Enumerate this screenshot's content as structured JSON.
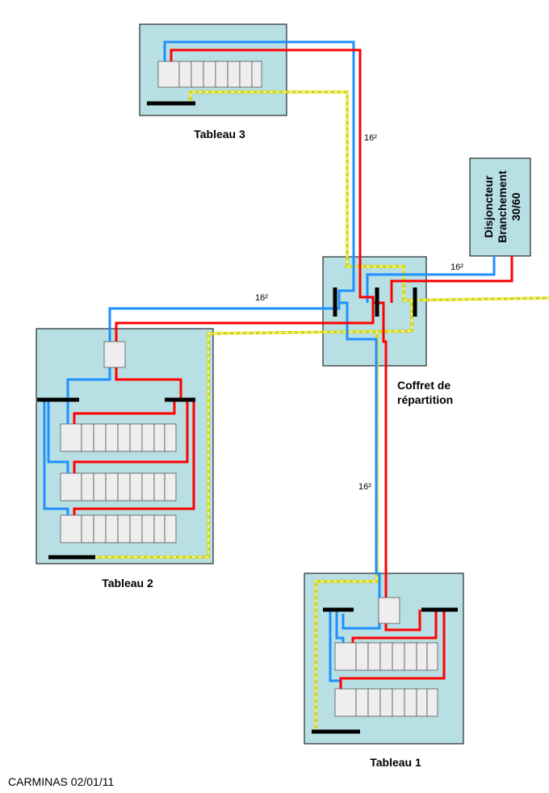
{
  "labels": {
    "tableau1": "Tableau 1",
    "tableau2": "Tableau 2",
    "tableau3": "Tableau 3",
    "coffret_line1": "Coffret de",
    "coffret_line2": "répartition",
    "disjoncteur_line1": "Disjoncteur",
    "disjoncteur_line2": "Branchement",
    "disjoncteur_line3": "30/60",
    "section_t3": "16²",
    "section_t2": "16²",
    "section_t1": "16²",
    "section_disj": "16²",
    "footer": "CARMINAS 02/01/11"
  },
  "colors": {
    "phase": "#ff0000",
    "neutral": "#1e90ff",
    "earth": "#d8d800",
    "panel": "#b8e0e4"
  }
}
